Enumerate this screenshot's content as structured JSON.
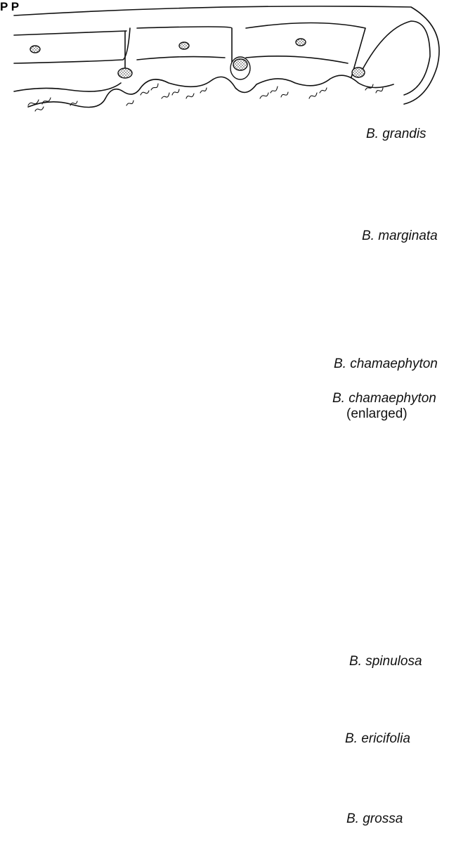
{
  "panels": [
    {
      "id": "grandis",
      "label": "B. grandis"
    },
    {
      "id": "marginata",
      "label": "B. marginata"
    },
    {
      "id": "chamaephyton",
      "label": "B. chamaephyton"
    },
    {
      "id": "chamaephyton-enlarged",
      "label": "B. chamaephyton",
      "sublabel": "(enlarged)"
    },
    {
      "id": "spinulosa",
      "label": "B. spinulosa"
    },
    {
      "id": "ericifolia",
      "label": "B. ericifolia"
    },
    {
      "id": "grossa",
      "label": "B. grossa"
    }
  ],
  "pit_label": "P"
}
